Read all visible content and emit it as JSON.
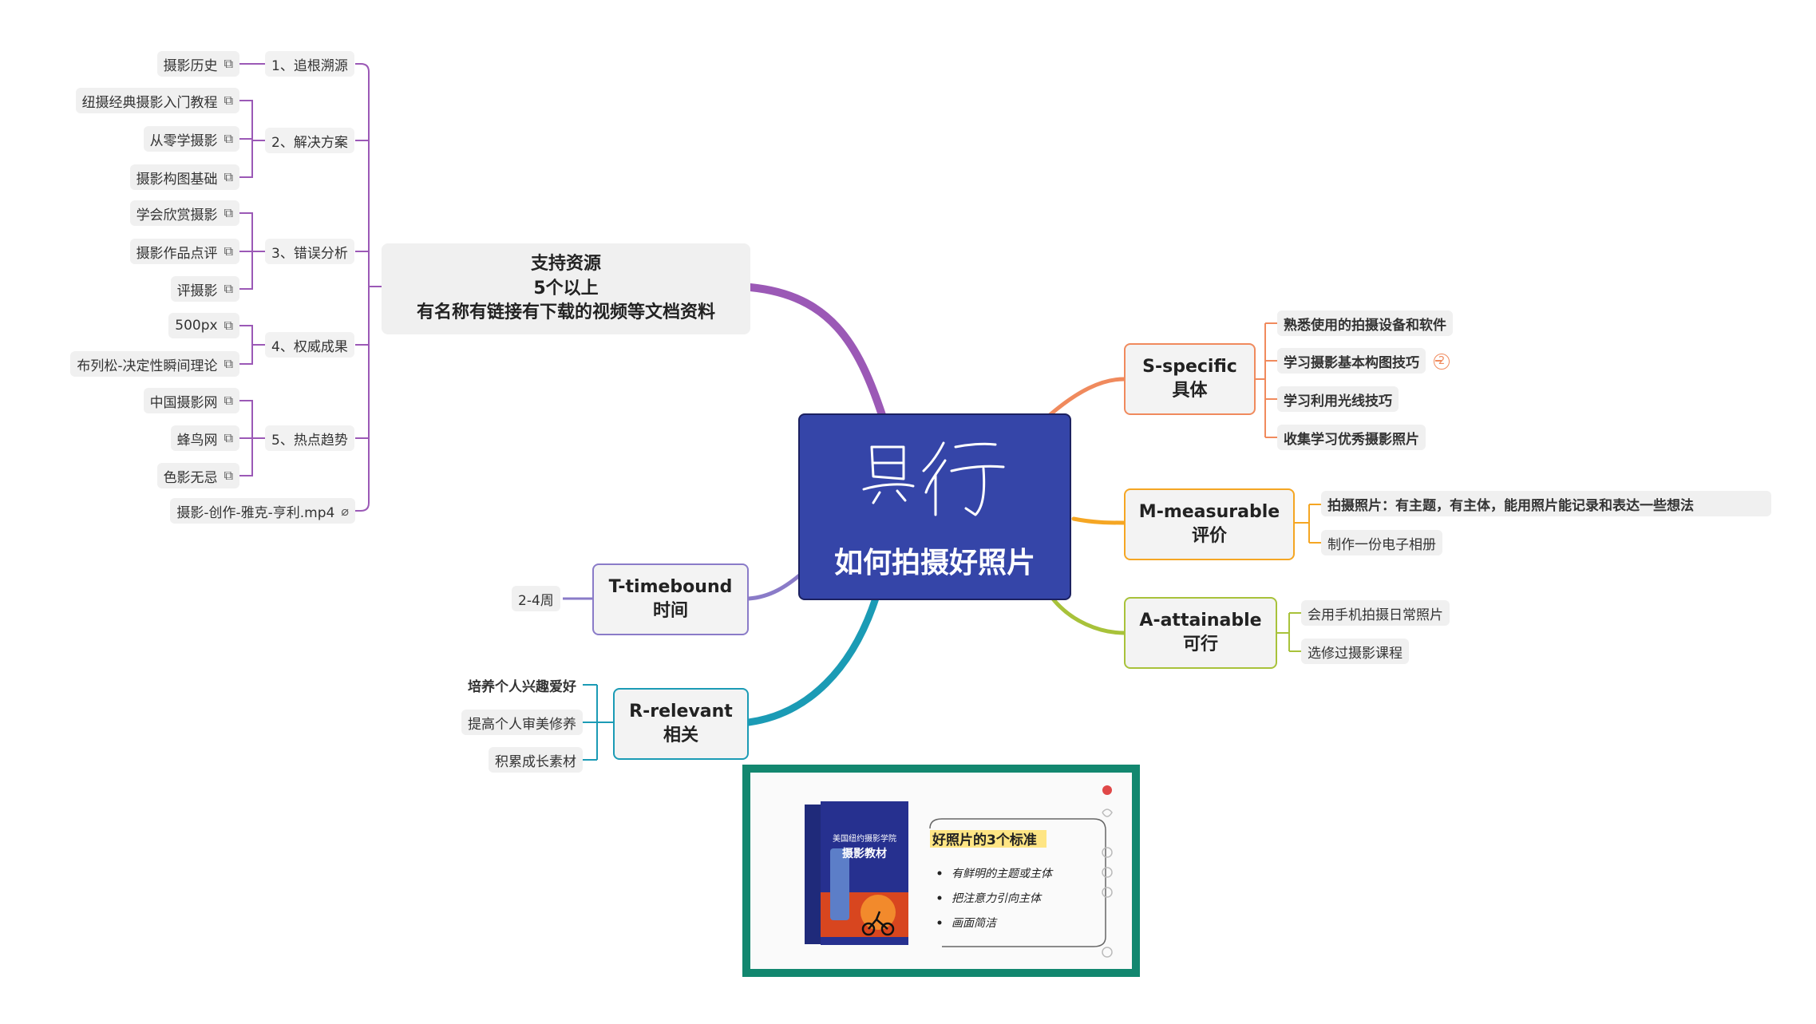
{
  "central": {
    "title": "如何拍摄好照片"
  },
  "support": {
    "line1": "支持资源",
    "line2": "5个以上",
    "line3": "有名称有链接有下载的视频等文档资料"
  },
  "categories": {
    "c1": "1、追根溯源",
    "c2": "2、解决方案",
    "c3": "3、错误分析",
    "c4": "4、权威成果",
    "c5": "5、热点趋势"
  },
  "resources": {
    "r1": "摄影历史",
    "r2": "纽摄经典摄影入门教程",
    "r3": "从零学摄影",
    "r4": "摄影构图基础",
    "r5": "学会欣赏摄影",
    "r6": "摄影作品点评",
    "r7": "评摄影",
    "r8": "500px",
    "r9": "布列松-决定性瞬间理论",
    "r10": "中国摄影网",
    "r11": "蜂鸟网",
    "r12": "色影无忌",
    "r13": "摄影-创作-雅克-亨利.mp4"
  },
  "icons": {
    "external": "external-link-icon",
    "attachment": "paperclip-icon"
  },
  "smart": {
    "s": {
      "title": "S-specific",
      "subtitle": "具体",
      "color": "#f08a5d",
      "items": [
        "熟悉使用的拍摄设备和软件",
        "学习摄影基本构图技巧",
        "学习利用光线技巧",
        "收集学习优秀摄影照片"
      ],
      "badge": "2"
    },
    "m": {
      "title": "M-measurable",
      "subtitle": "评价",
      "color": "#f5a623",
      "items": [
        "拍摄照片：有主题，有主体，能用照片能记录和表达一些想法",
        "制作一份电子相册"
      ]
    },
    "a": {
      "title": "A-attainable",
      "subtitle": "可行",
      "color": "#a8c23a",
      "items": [
        "会用手机拍摄日常照片",
        "选修过摄影课程"
      ]
    },
    "t": {
      "title": "T-timebound",
      "subtitle": "时间",
      "color": "#8a7bc8",
      "items": [
        "2-4周"
      ]
    },
    "r": {
      "title": "R-relevant",
      "subtitle": "相关",
      "color": "#1b9bb5",
      "items": [
        "培养个人兴趣爱好",
        "提高个人审美修养",
        "积累成长素材"
      ]
    }
  },
  "colors": {
    "support": "#9b59b6",
    "center": "#3545a8",
    "frame": "#12876f"
  },
  "embedded_image": {
    "book_line1": "美国纽约摄影学院",
    "book_line2": "摄影教材",
    "heading": "好照片的3个标准",
    "bullets": [
      "有鲜明的主题或主体",
      "把注意力引向主体",
      "画面简洁"
    ]
  }
}
